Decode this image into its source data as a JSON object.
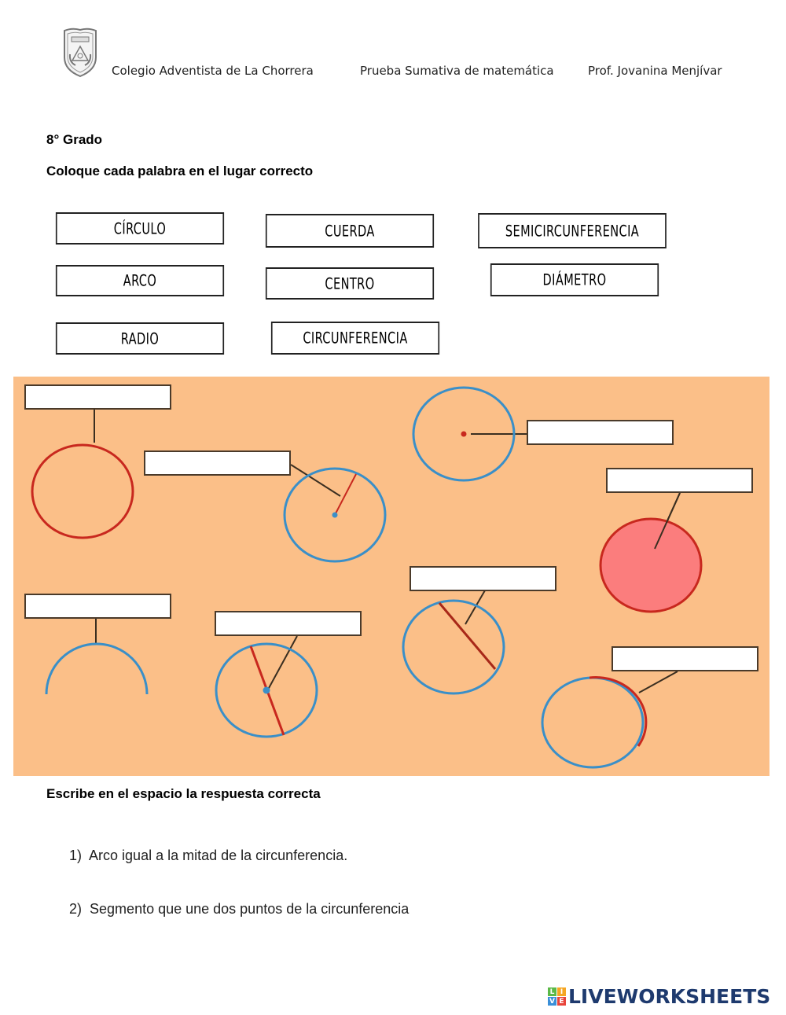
{
  "header": {
    "school": "Colegio Adventista de La Chorrera",
    "test_title": "Prueba Sumativa de matemática",
    "teacher": "Prof. Jovanina Menjívar"
  },
  "grade": "8° Grado",
  "section1": {
    "instruction": "Coloque cada palabra en el lugar correcto",
    "word_bank": [
      "CÍRCULO",
      "CUERDA",
      "SEMICIRCUNFERENCIA",
      "ARCO",
      "CENTRO",
      "DIÁMETRO",
      "RADIO",
      "CIRCUNFERENCIA"
    ]
  },
  "diagram": {
    "background": "#fbbf88",
    "colors": {
      "red": "#c8281e",
      "blue": "#3a8fc8",
      "fill_pink": "#fb7d7d",
      "leader": "#3a2e20"
    },
    "figures": [
      "red circle (circunferencia)",
      "blue circle with radius",
      "blue circle with center point",
      "filled pink circle (círculo)",
      "blue semicircle",
      "blue circle with diameter",
      "blue circle with chord",
      "circle with red arc"
    ]
  },
  "section2": {
    "instruction": "Escribe en el espacio la respuesta correcta",
    "questions": [
      {
        "num": "1)",
        "text": "Arco igual a la mitad de la circunferencia."
      },
      {
        "num": "2)",
        "text": "Segmento que une dos puntos de la circunferencia"
      }
    ]
  },
  "footer": {
    "brand": "LIVEWORKSHEETS",
    "logo_letters": [
      "L",
      "I",
      "V",
      "E"
    ],
    "logo_colors": [
      "#5bb947",
      "#f5a623",
      "#3a8fd8",
      "#e8443a"
    ]
  }
}
